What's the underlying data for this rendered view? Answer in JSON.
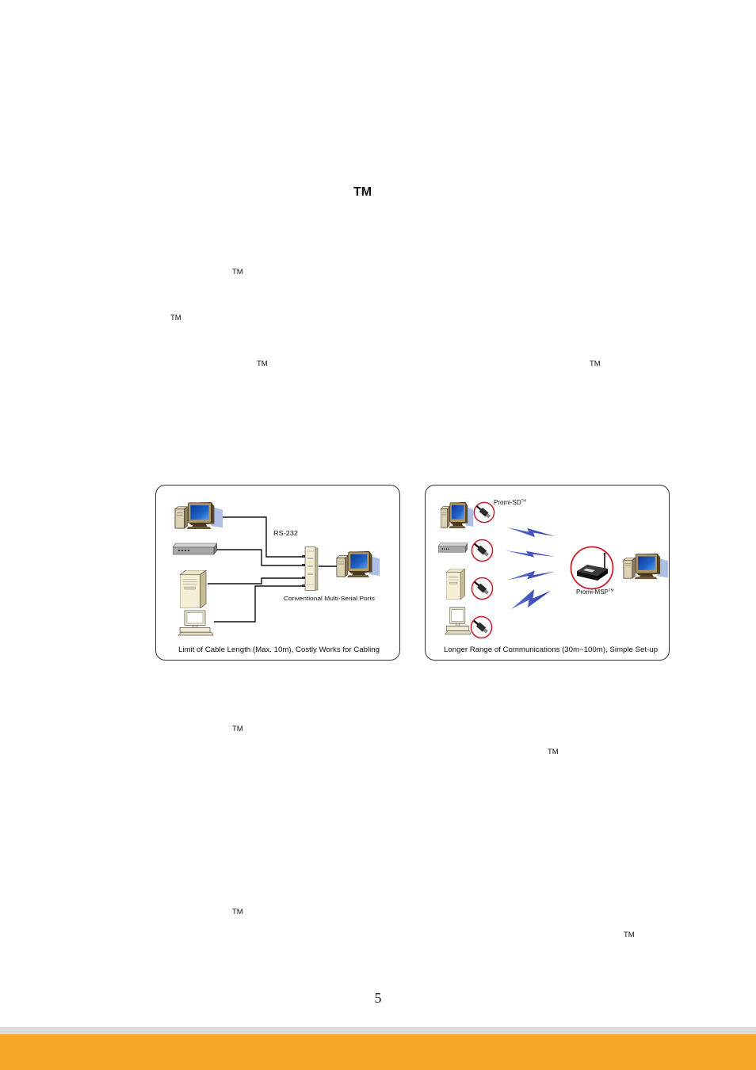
{
  "page": {
    "heading_tm": "TM",
    "body_tm_marks": [
      "TM",
      "TM",
      "TM",
      "TM",
      "TM",
      "TM",
      "TM",
      "TM"
    ],
    "page_number": "5"
  },
  "figure_wired": {
    "rs232_label": "RS-232",
    "ports_label": "Conventional Multi-Serial Ports",
    "caption": "Limit of Cable Length (Max. 10m), Costly Works for Cabling",
    "icons": [
      "desktop-computer-icon",
      "network-device-icon",
      "server-tower-icon",
      "workstation-icon",
      "multi-serial-port-icon",
      "host-computer-icon"
    ]
  },
  "figure_wireless": {
    "promi_sd_label": "Promi-SD",
    "promi_sd_tm": "TM",
    "promi_msp_label": "Promi-MSP",
    "promi_msp_tm": "TM",
    "caption": "Longer Range of Communications (30m~100m), Simple Set-up",
    "icons": [
      "desktop-computer-icon",
      "network-device-icon",
      "server-tower-icon",
      "workstation-icon",
      "serial-adapter-icon",
      "wireless-signal-icon",
      "access-point-icon",
      "host-computer-icon"
    ]
  },
  "colors": {
    "footer_bar": "#f5a623",
    "footer_stripe": "#dcdcdc",
    "callout_circle": "#c8202a",
    "signal_blue": "#3344b8"
  }
}
